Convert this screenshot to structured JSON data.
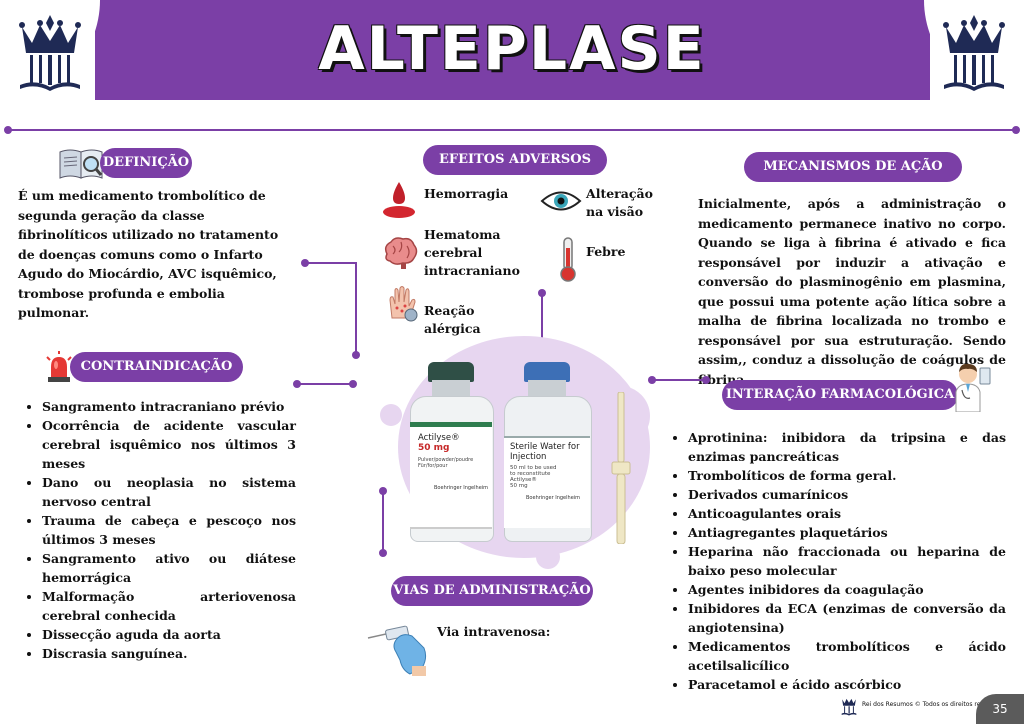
{
  "title": "ALTEPLASE",
  "colors": {
    "accent": "#7b3fa6",
    "blob": "#e7d6f0"
  },
  "definicao": {
    "heading": "DEFINIÇÃO",
    "text": "É um medicamento trombolítico de segunda geração da classe fibrinolíticos utilizado no tratamento de  doenças comuns como o Infarto Agudo do Miocárdio, AVC isquêmico, trombose profunda e embolia pulmonar."
  },
  "efeitos": {
    "heading": "EFEITOS ADVERSOS",
    "items": [
      {
        "label": "Hemorragia",
        "icon": "blood-drop-icon"
      },
      {
        "label": "Hematoma cerebral intracraniano",
        "icon": "brain-icon"
      },
      {
        "label": "Reação alérgica",
        "icon": "allergic-hand-icon"
      },
      {
        "label": "Alteração na visão",
        "icon": "eye-icon"
      },
      {
        "label": "Febre",
        "icon": "thermometer-icon"
      }
    ]
  },
  "mecanismo": {
    "heading": "MECANISMOS DE AÇÃO",
    "text": "Inicialmente, após a administração o medicamento permanece inativo no corpo. Quando se liga à fibrina é ativado e fica responsável por induzir a ativação e conversão do plasminogênio em plasmina, que possui uma potente ação lítica sobre a malha de fibrina localizada no trombo e responsável por sua estruturação. Sendo assim,, conduz a dissolução de coágulos de fibrina."
  },
  "contraindicacao": {
    "heading": "CONTRAINDICAÇÃO",
    "items": [
      "Sangramento intracraniano prévio",
      "Ocorrência de acidente vascular cerebral isquêmico nos últimos 3 meses",
      "Dano ou neoplasia no sistema nervoso central",
      "Trauma de cabeça e pescoço nos últimos 3 meses",
      "Sangramento ativo ou diátese hemorrágica",
      "Malformação arteriovenosa cerebral conhecida",
      "Dissecção aguda da aorta",
      "Discrasia sanguínea."
    ]
  },
  "interacao": {
    "heading": "INTERAÇÃO FARMACOLÓGICA",
    "items": [
      "Aprotinina: inibidora da tripsina e das enzimas pancreáticas",
      " Trombolíticos de forma geral.",
      "Derivados cumarínicos",
      "Anticoagulantes orais",
      "Antiagregantes plaquetários",
      "Heparina não fraccionada ou heparina de baixo peso molecular",
      "Agentes inibidores da coagulação",
      "Inibidores da ECA (enzimas de conversão da angiotensina)",
      "Medicamentos trombolíticos e ácido acetilsalicílico",
      "Paracetamol e ácido ascórbico"
    ]
  },
  "vias": {
    "heading": "VIAS DE ADMINISTRAÇÃO",
    "text": "Via intravenosa:"
  },
  "vials": {
    "left": {
      "brand": "Actilyse®",
      "dose": "50 mg",
      "line1": "Pulver/powder/poudre",
      "line2": "Für/for/pour",
      "maker": "Boehringer Ingelheim"
    },
    "right": {
      "line1": "Sterile Water for",
      "line2": "Injection",
      "line3": "50 ml to be used",
      "line4": "to reconstitute",
      "line5": "Actilyse®",
      "line6": "50 mg",
      "maker": "Boehringer Ingelheim"
    }
  },
  "footer": {
    "credit": "Rei dos Resumos © Todos os direitos reservados",
    "page": "35"
  }
}
